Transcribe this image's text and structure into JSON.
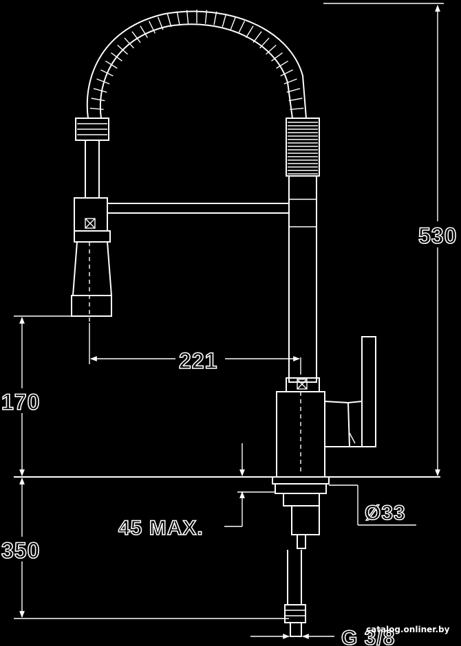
{
  "dimensions": {
    "total_height": "530",
    "spout_reach": "221",
    "spout_outlet_height": "170",
    "below_counter": "350",
    "max_counter_thickness": "45 MAX.",
    "hole_diameter": "Ø33",
    "connection_thread": "G 3/8"
  },
  "watermark": "catalog.onliner.by",
  "colors": {
    "background": "#000000",
    "line": "#ffffff"
  }
}
